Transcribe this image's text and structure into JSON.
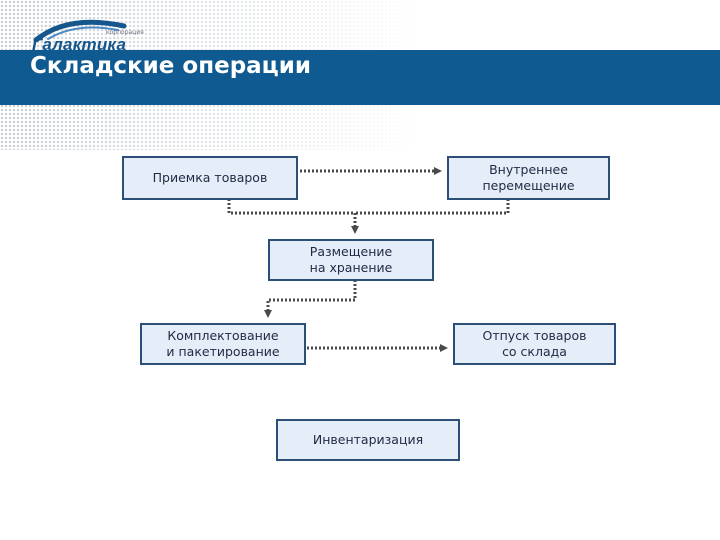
{
  "logo": {
    "small_text": "корпорация",
    "brand_text": "Галактика"
  },
  "header": {
    "title": "Складские операции"
  },
  "diagram": {
    "nodes": {
      "receiving": "Приемка товаров",
      "internal_move": "Внутреннее\nперемещение",
      "placement": "Размещение\nна хранение",
      "picking": "Комплектование\nи пакетирование",
      "dispatch": "Отпуск товаров\nсо склада",
      "inventory": "Инвентаризация"
    },
    "colors": {
      "box_fill": "#e4edf8",
      "box_border": "#2c4f78",
      "connector": "#4a4a4a",
      "title_bar": "#0f5a91"
    }
  }
}
